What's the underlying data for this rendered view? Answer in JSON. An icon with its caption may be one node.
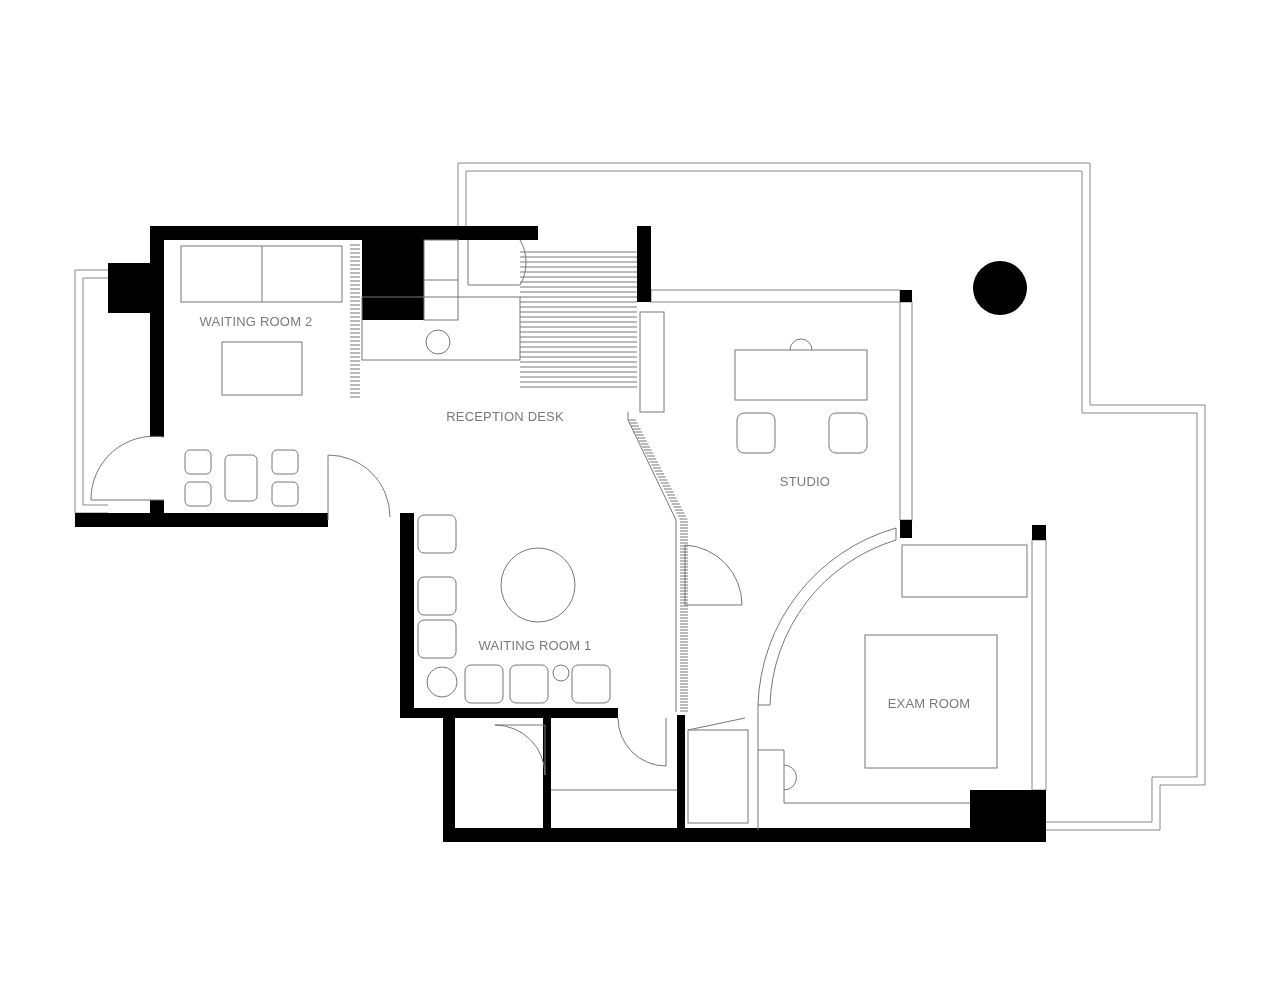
{
  "diagram": {
    "labels": [
      "WAITING ROOM 2",
      "RECEPTION DESK",
      "STUDIO",
      "WAITING ROOM 1",
      "EXAM ROOM"
    ]
  }
}
